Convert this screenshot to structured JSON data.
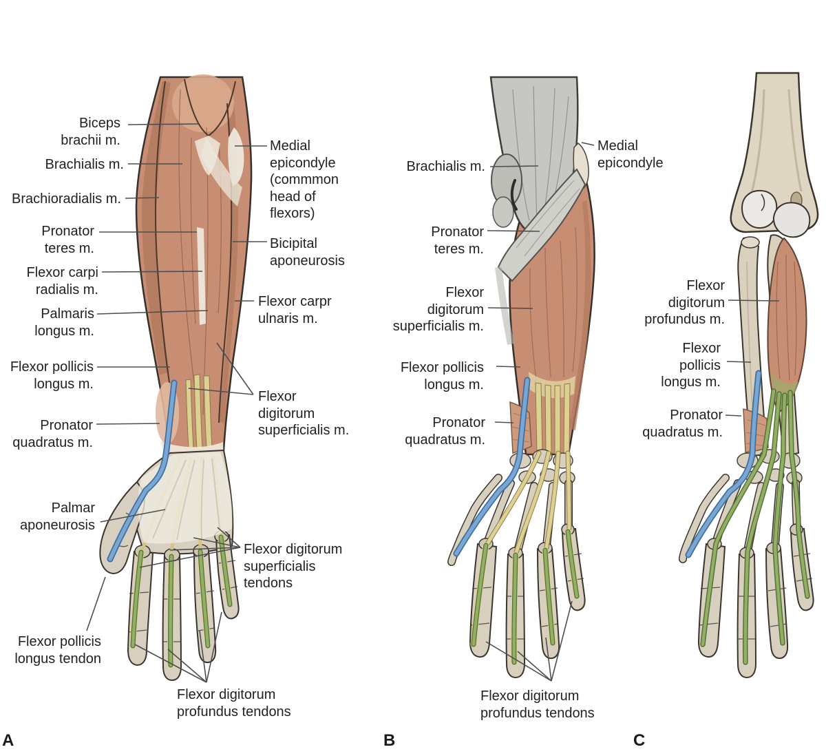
{
  "figure_type": "anatomical diagram — flexor muscles of the forearm, three dissection layers",
  "letters": {
    "a": "A",
    "b": "B",
    "c": "C"
  },
  "colors": {
    "muscle": "#c78e73",
    "muscle_shade": "#b27a5f",
    "gray_muscle": "#c6c6c2",
    "bone": "#d8d0bf",
    "tendon_yellow": "#ddd092",
    "tendon_green": "#8fad62",
    "tendon_blue": "#6f9ecb",
    "fascia_white": "#f1ece1",
    "label_text": "#231f20",
    "leader_line": "#4d4e50"
  },
  "panels": {
    "a": {
      "labels": {
        "biceps": "Biceps\nbrachii m.",
        "brachialis": "Brachialis m.",
        "brachioradialis": "Brachioradialis m.",
        "pronator_teres": "Pronator\nteres m.",
        "flexor_carpi_radialis": "Flexor carpi\nradialis m.",
        "palmaris_longus": "Palmaris\nlongus m.",
        "flexor_pollicis_longus": "Flexor pollicis\nlongus m.",
        "pronator_quadratus": "Pronator\nquadratus m.",
        "palmar_aponeurosis": "Palmar\naponeurosis",
        "flexor_pollicis_longus_tendon": "Flexor pollicis\nlongus tendon",
        "medial_epicondyle": "Medial\nepicondyle\n(commmon\nhead of\nflexors)",
        "bicipital_aponeurosis": "Bicipital\naponeurosis",
        "flexor_carpr_ulnaris": "Flexor carpr\nulnaris m.",
        "flexor_digitorum_superficialis": "Flexor\ndigitorum\nsuperficialis m.",
        "fds_tendons": "Flexor digitorum\nsuperficialis\ntendons",
        "fdp_tendons": "Flexor digitorum\nprofundus tendons"
      }
    },
    "b": {
      "labels": {
        "brachialis": "Brachialis m.",
        "medial_epicondyle": "Medial\nepicondyle",
        "pronator_teres": "Pronator\nteres m.",
        "flexor_digitorum_superficialis": "Flexor\ndigitorum\nsuperficialis m.",
        "flexor_pollicis_longus": "Flexor pollicis\nlongus m.",
        "pronator_quadratus": "Pronator\nquadratus m.",
        "fdp_tendons": "Flexor digitorum\nprofundus tendons"
      }
    },
    "c": {
      "labels": {
        "flexor_digitorum_profundus": "Flexor\ndigitorum\nprofundus m.",
        "flexor_pollicis_longus": "Flexor\npollicis\nlongus m.",
        "pronator_quadratus": "Pronator\nquadratus m."
      }
    }
  }
}
